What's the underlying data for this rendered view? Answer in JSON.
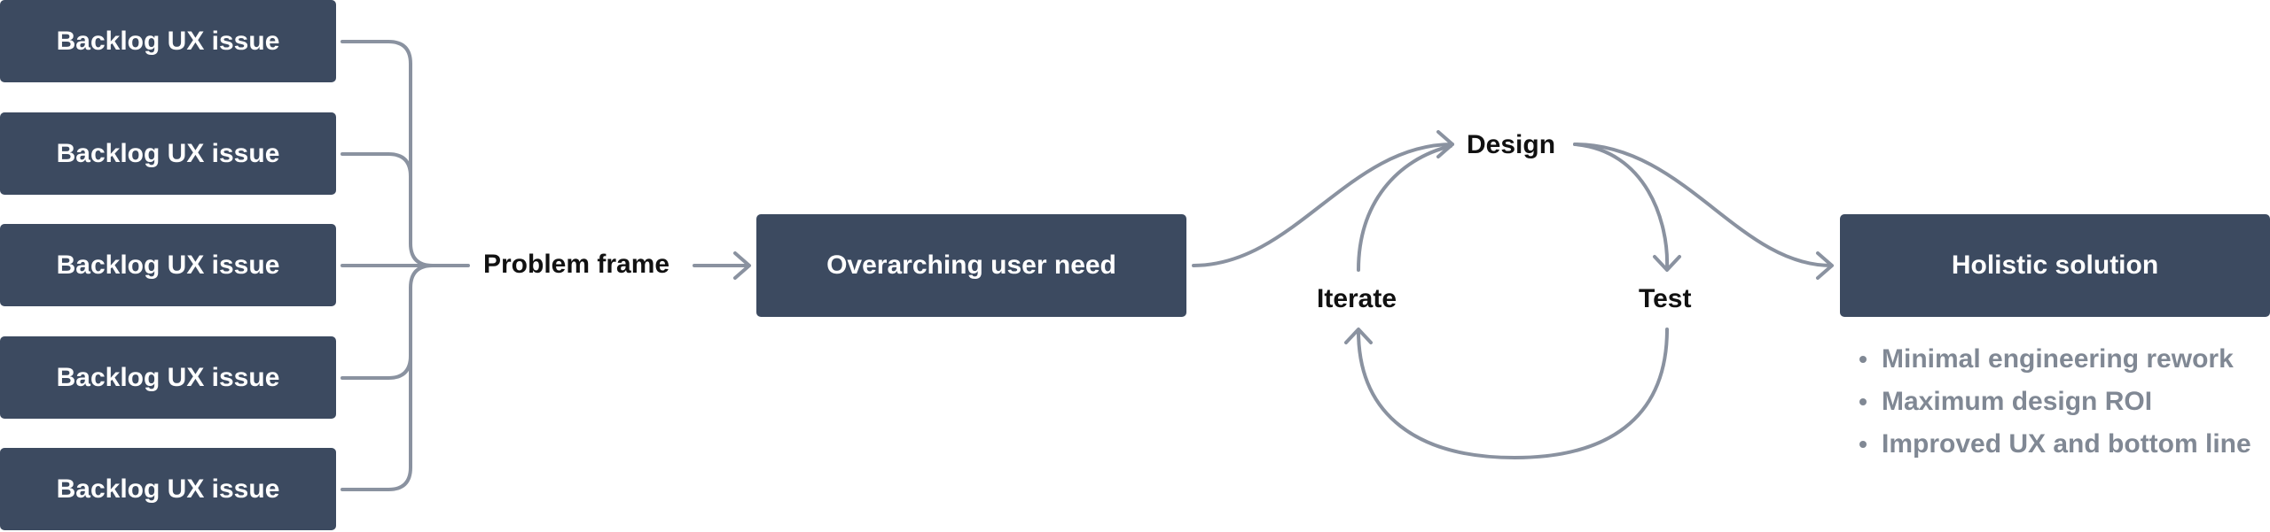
{
  "backlog_items": [
    "Backlog UX issue",
    "Backlog UX issue",
    "Backlog UX issue",
    "Backlog UX issue",
    "Backlog UX issue"
  ],
  "problem_frame": "Problem frame",
  "overarching_need": "Overarching user need",
  "cycle": {
    "design": "Design",
    "iterate": "Iterate",
    "test": "Test"
  },
  "solution": "Holistic solution",
  "benefits": [
    "Minimal engineering rework",
    "Maximum design ROI",
    "Improved UX and bottom line"
  ],
  "colors": {
    "box": "#3c4a60",
    "connector": "#8a92a0",
    "bullet_text": "#808894"
  }
}
